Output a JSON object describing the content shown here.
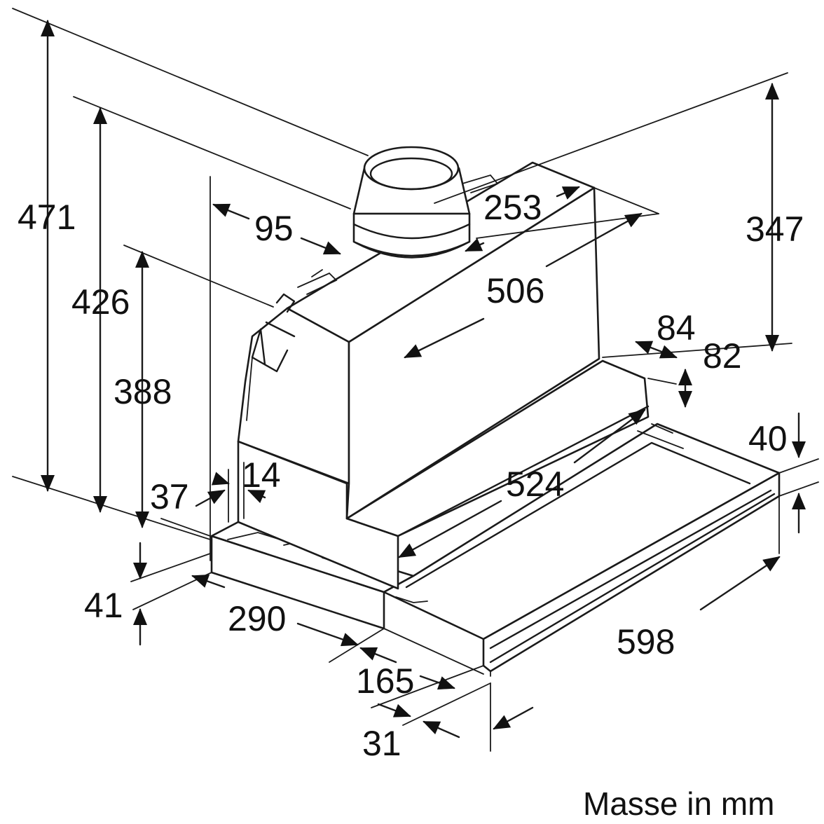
{
  "drawing": {
    "caption": "Masse in mm",
    "dimensions": {
      "d471": "471",
      "d426": "426",
      "d388": "388",
      "d95": "95",
      "d253": "253",
      "d347": "347",
      "d506": "506",
      "d84": "84",
      "d82": "82",
      "d40": "40",
      "d14": "14",
      "d37": "37",
      "d524": "524",
      "d41": "41",
      "d290": "290",
      "d598": "598",
      "d165": "165",
      "d31": "31"
    }
  }
}
